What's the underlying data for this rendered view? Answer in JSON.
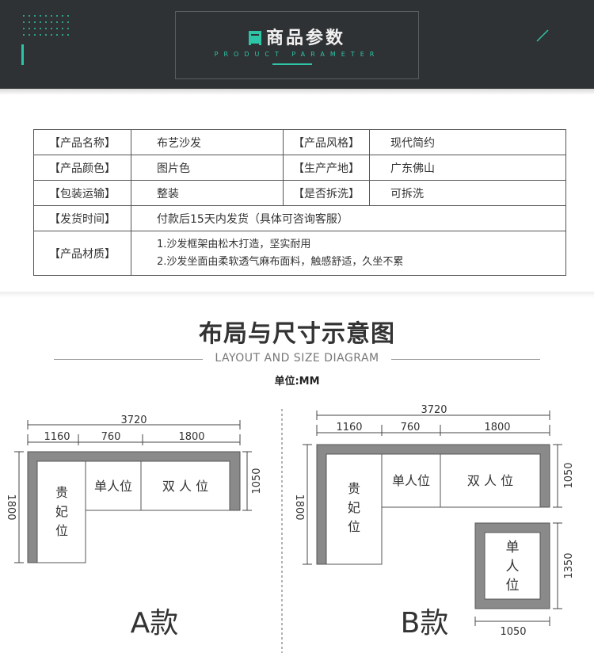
{
  "header": {
    "title": "商品参数",
    "subtitle": "PRODUCT PARAMETER"
  },
  "params": {
    "name_label": "【产品名称】",
    "name_value": "布艺沙发",
    "style_label": "【产品风格】",
    "style_value": "现代简约",
    "color_label": "【产品颜色】",
    "color_value": "图片色",
    "origin_label": "【生产产地】",
    "origin_value": "广东佛山",
    "package_label": "【包装运输】",
    "package_value": "整装",
    "removable_label": "【是否拆洗】",
    "removable_value": "可拆洗",
    "delivery_label": "【发货时间】",
    "delivery_value": "付款后15天内发货（具体可咨询客服）",
    "material_label": "【产品材质】",
    "material_lines": [
      "1.沙发框架由松木打造，坚实耐用",
      "2.沙发坐面由柔软透气麻布面料，触感舒适，久坐不累"
    ]
  },
  "diagram": {
    "title": "布局与尺寸示意图",
    "subtitle": "LAYOUT AND SIZE DIAGRAM",
    "unit": "单位:MM",
    "model_a": {
      "name": "A款",
      "total_width": "3720",
      "seg_1": "1160",
      "seg_2": "760",
      "seg_3": "1800",
      "depth_left": "1800",
      "depth_right": "1050",
      "chaise": [
        "贵",
        "妃",
        "位"
      ],
      "single_seat": "单人位",
      "double_seat": "双 人 位"
    },
    "model_b": {
      "name": "B款",
      "total_width": "3720",
      "seg_1": "1160",
      "seg_2": "760",
      "seg_3": "1800",
      "depth_left": "1800",
      "depth_right": "1050",
      "ottoman_height": "1350",
      "ottoman_width": "1050",
      "chaise": [
        "贵",
        "妃",
        "位"
      ],
      "single_seat": "单人位",
      "double_seat": "双 人 位",
      "ottoman": [
        "单",
        "人",
        "位"
      ]
    }
  },
  "colors": {
    "banner_bg": "#2f3234",
    "accent": "#2ec4a6",
    "sofa_frame": "#8a8a8a"
  }
}
